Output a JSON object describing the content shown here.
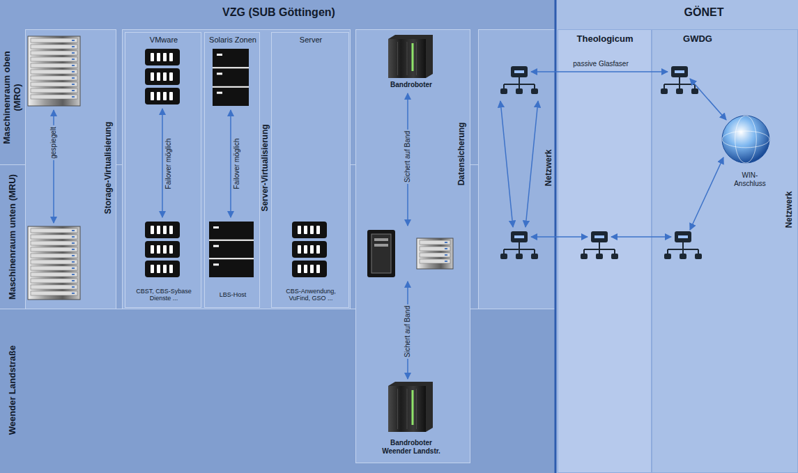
{
  "diagram": {
    "nodes": [
      {
        "text": [
          "VZG (SUB Göttingen)"
        ]
      },
      {
        "text": [
          "Maschinenraum oben (MRO)"
        ],
        "in": 0
      },
      {
        "text": [
          "Maschinenraum unten (MRU)"
        ],
        "in": 0
      },
      {
        "text": [
          "Weender Landstraße"
        ],
        "in": 0
      },
      {
        "text": [
          "Storage-Virtualisierung"
        ],
        "in": 0
      },
      {
        "text": [
          "Server-Virtualisierung"
        ],
        "in": 0
      },
      {
        "text": [
          "VMware"
        ],
        "in": 5
      },
      {
        "text": [
          "Solaris Zonen"
        ],
        "in": 5
      },
      {
        "text": [
          "Server"
        ],
        "in": 5
      },
      {
        "text": [
          "CBST, CBS-Sybase Dienste ..."
        ],
        "in": 6
      },
      {
        "text": [
          "LBS-Host"
        ],
        "in": 7
      },
      {
        "text": [
          "CBS-Anwendung, VuFind, GSO ..."
        ],
        "in": 8
      },
      {
        "text": [
          "Datensicherung"
        ],
        "in": 0
      },
      {
        "text": [
          "Bandroboter"
        ],
        "in": 12
      },
      {
        "text": [
          "Bandroboter Weender Landstr."
        ],
        "in": 12
      },
      {
        "text": [
          "Netzwerk"
        ],
        "in": 0
      },
      {
        "text": [
          "GÖNET"
        ]
      },
      {
        "text": [
          "Theologicum"
        ],
        "in": 16
      },
      {
        "text": [
          "GWDG",
          "Netzwerk"
        ],
        "in": 16
      },
      {
        "text": [
          "WIN-Anschluss"
        ],
        "in": 18
      }
    ],
    "labels": [
      "gespiegelt",
      "Failover möglich",
      "Failover möglich",
      "Sichert auf Band",
      "Sichert auf Band",
      "passive Glasfaser"
    ]
  }
}
